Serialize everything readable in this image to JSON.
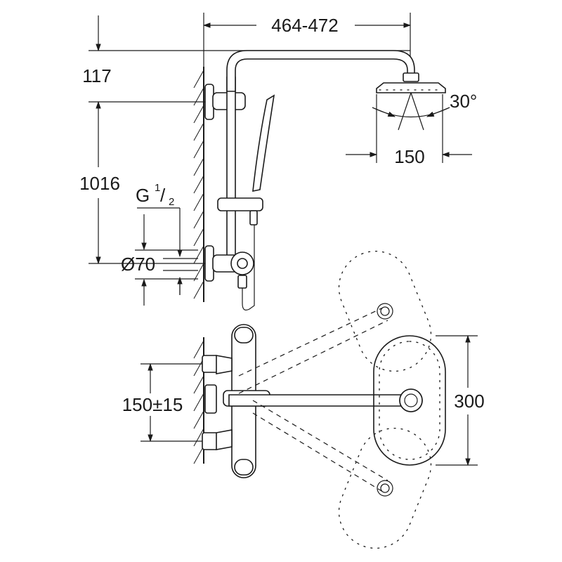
{
  "dimensions": {
    "arm_length": "464-472",
    "arm_height": "117",
    "rail_height": "1016",
    "thread_main": "G",
    "thread_num": "1",
    "thread_den": "2",
    "pipe_diameter": "Ø70",
    "tilt_angle": "30°",
    "head_diameter": "150",
    "inlet_spacing": "150±15",
    "wall_plate_height": "300"
  },
  "colors": {
    "line": "#1a1a1a",
    "background": "#ffffff"
  }
}
